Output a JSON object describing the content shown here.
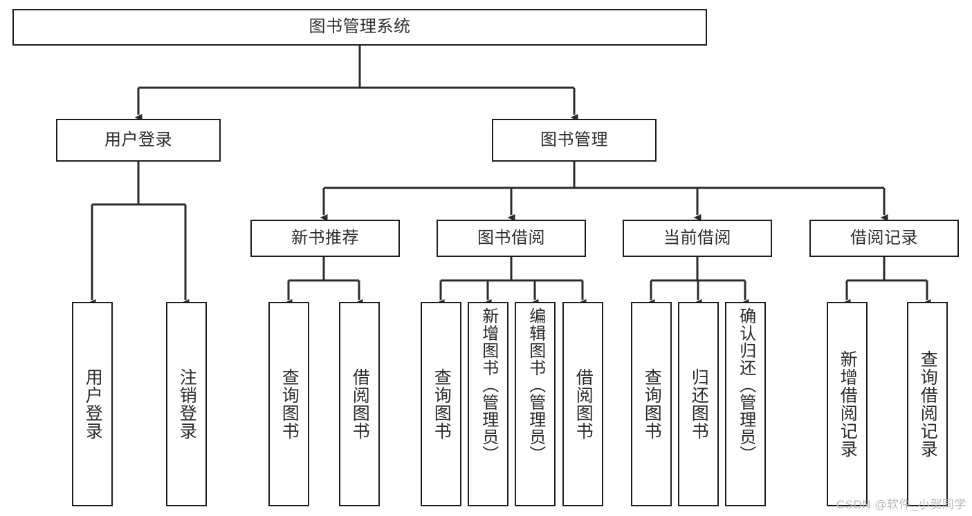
{
  "diagram": {
    "title": "图书管理系统",
    "watermark": "CSDN @软件_小贺同学",
    "line_color": "#2b2b2b",
    "box_border_color": "#1d1d1d",
    "background_color": "#ffffff",
    "root": {
      "id": "root",
      "label": "图书管理系统"
    },
    "level1": [
      {
        "id": "user-login",
        "label": "用户登录"
      },
      {
        "id": "book-manage",
        "label": "图书管理"
      }
    ],
    "level2": [
      {
        "id": "new-book-recommend",
        "label": "新书推荐",
        "parent": "book-manage"
      },
      {
        "id": "book-borrow",
        "label": "图书借阅",
        "parent": "book-manage"
      },
      {
        "id": "current-borrow",
        "label": "当前借阅",
        "parent": "book-manage"
      },
      {
        "id": "borrow-record",
        "label": "借阅记录",
        "parent": "book-manage"
      }
    ],
    "leaves": [
      {
        "id": "leaf-user-login",
        "label": "用户登录",
        "parent": "user-login"
      },
      {
        "id": "leaf-user-logout",
        "label": "注销登录",
        "parent": "user-login"
      },
      {
        "id": "leaf-query-book-1",
        "label": "查询图书",
        "parent": "new-book-recommend"
      },
      {
        "id": "leaf-borrow-book-1",
        "label": "借阅图书",
        "parent": "new-book-recommend"
      },
      {
        "id": "leaf-query-book-2",
        "label": "查询图书",
        "parent": "book-borrow"
      },
      {
        "id": "leaf-add-book",
        "label": "新增图书（管理员）",
        "parent": "book-borrow"
      },
      {
        "id": "leaf-edit-book",
        "label": "编辑图书（管理员）",
        "parent": "book-borrow"
      },
      {
        "id": "leaf-borrow-book-2",
        "label": "借阅图书",
        "parent": "book-borrow"
      },
      {
        "id": "leaf-query-book-3",
        "label": "查询图书",
        "parent": "current-borrow"
      },
      {
        "id": "leaf-return-book",
        "label": "归还图书",
        "parent": "current-borrow"
      },
      {
        "id": "leaf-confirm-return",
        "label": "确认归还（管理员）",
        "parent": "current-borrow"
      },
      {
        "id": "leaf-add-record",
        "label": "新增借阅记录",
        "parent": "borrow-record"
      },
      {
        "id": "leaf-query-record",
        "label": "查询借阅记录",
        "parent": "borrow-record"
      }
    ]
  }
}
